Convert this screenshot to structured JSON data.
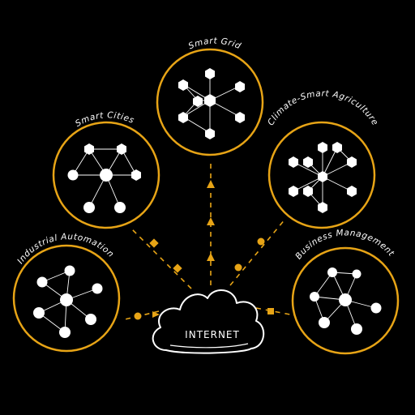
{
  "hub": {
    "label": "INTERNET"
  },
  "clusters": {
    "smart_grid": "Smart Grid",
    "smart_cities": "Smart Cities",
    "climate": "Climate-Smart Agriculture",
    "industrial": "Industrial Automation",
    "business": "Business Management"
  },
  "colors": {
    "accent": "#e7a416",
    "background": "#000000",
    "foreground": "#ffffff"
  },
  "icons": [
    "network-graph-icon",
    "cloud-icon",
    "arrow-icon",
    "square-marker",
    "circle-marker"
  ]
}
